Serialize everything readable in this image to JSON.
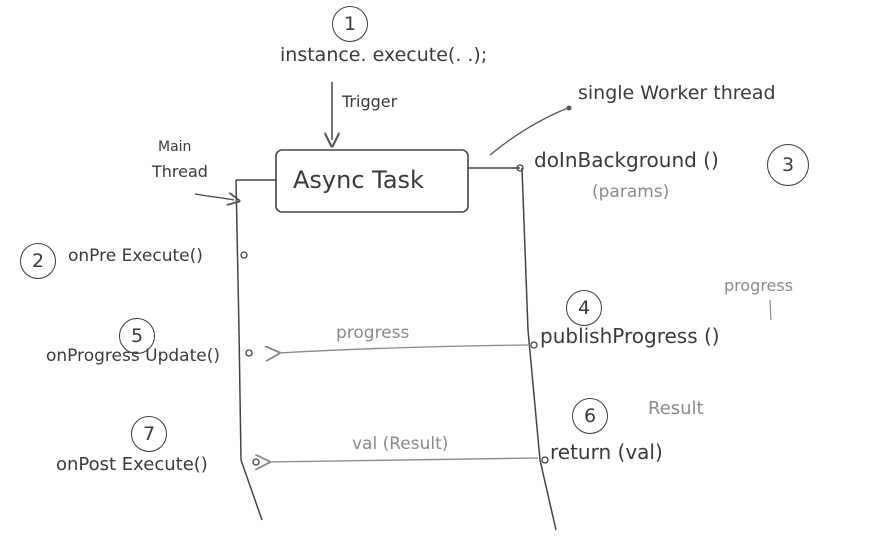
{
  "diagram": {
    "trigger_call": "instance. execute(. .);",
    "trigger_label": "Trigger",
    "main_thread_label": [
      "Main",
      "Thread"
    ],
    "async_task_label": "Async Task",
    "worker_thread_label": "single Worker thread",
    "steps": [
      {
        "number": "1"
      },
      {
        "number": "2",
        "label": "onPre Execute()"
      },
      {
        "number": "3",
        "label": "doInBackground ()",
        "sublabel": "(params)"
      },
      {
        "number": "4",
        "label": "publishProgress ()",
        "annotation": "progress"
      },
      {
        "number": "5",
        "label": "onProgress Update()"
      },
      {
        "number": "6",
        "label": "return (val)",
        "annotation": "Result"
      },
      {
        "number": "7",
        "label": "onPost Execute()"
      }
    ],
    "arrows": {
      "progress_label": "progress",
      "result_label": "val (Result)"
    }
  }
}
